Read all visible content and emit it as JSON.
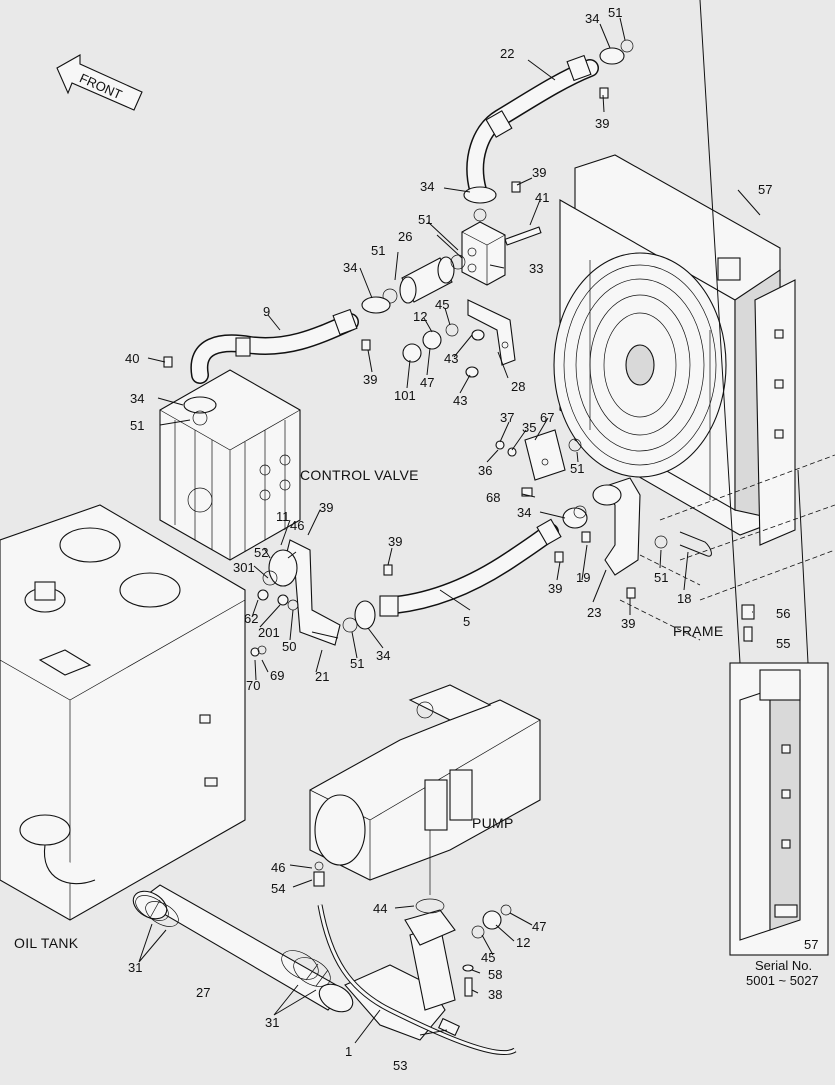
{
  "front_label": "FRONT",
  "section_labels": {
    "control_valve": "CONTROL VALVE",
    "frame": "FRAME",
    "pump": "PUMP",
    "oil_tank": "OIL TANK"
  },
  "inset": {
    "part_number": "57",
    "serial_line1": "Serial No.",
    "serial_line2": "5001 ~ 5027"
  },
  "callouts": [
    {
      "id": "c34a",
      "text": "34"
    },
    {
      "id": "c51a",
      "text": "51"
    },
    {
      "id": "c22",
      "text": "22"
    },
    {
      "id": "c39a",
      "text": "39"
    },
    {
      "id": "c39b",
      "text": "39"
    },
    {
      "id": "c34b",
      "text": "34"
    },
    {
      "id": "c41",
      "text": "41"
    },
    {
      "id": "c51b",
      "text": "51"
    },
    {
      "id": "c26",
      "text": "26"
    },
    {
      "id": "c33",
      "text": "33"
    },
    {
      "id": "c51c",
      "text": "51"
    },
    {
      "id": "c34c",
      "text": "34"
    },
    {
      "id": "c57",
      "text": "57"
    },
    {
      "id": "c9",
      "text": "9"
    },
    {
      "id": "c45a",
      "text": "45"
    },
    {
      "id": "c12a",
      "text": "12"
    },
    {
      "id": "c40",
      "text": "40"
    },
    {
      "id": "c39c",
      "text": "39"
    },
    {
      "id": "c101",
      "text": "101"
    },
    {
      "id": "c47a",
      "text": "47"
    },
    {
      "id": "c43a",
      "text": "43"
    },
    {
      "id": "c28",
      "text": "28"
    },
    {
      "id": "c43b",
      "text": "43"
    },
    {
      "id": "c34d",
      "text": "34"
    },
    {
      "id": "c51d",
      "text": "51"
    },
    {
      "id": "c37",
      "text": "37"
    },
    {
      "id": "c67",
      "text": "67"
    },
    {
      "id": "c35",
      "text": "35"
    },
    {
      "id": "c36",
      "text": "36"
    },
    {
      "id": "c51e",
      "text": "51"
    },
    {
      "id": "c68",
      "text": "68"
    },
    {
      "id": "c34e",
      "text": "34"
    },
    {
      "id": "c39d",
      "text": "39"
    },
    {
      "id": "c11",
      "text": "11"
    },
    {
      "id": "c46a",
      "text": "46"
    },
    {
      "id": "c52",
      "text": "52"
    },
    {
      "id": "c301",
      "text": "301"
    },
    {
      "id": "c39e",
      "text": "39"
    },
    {
      "id": "c19",
      "text": "19"
    },
    {
      "id": "c51f",
      "text": "51"
    },
    {
      "id": "c39f",
      "text": "39"
    },
    {
      "id": "c18",
      "text": "18"
    },
    {
      "id": "c23",
      "text": "23"
    },
    {
      "id": "c62",
      "text": "62"
    },
    {
      "id": "c201",
      "text": "201"
    },
    {
      "id": "c50",
      "text": "50"
    },
    {
      "id": "c5",
      "text": "5"
    },
    {
      "id": "c39g",
      "text": "39"
    },
    {
      "id": "c56",
      "text": "56"
    },
    {
      "id": "c55",
      "text": "55"
    },
    {
      "id": "c51g",
      "text": "51"
    },
    {
      "id": "c34f",
      "text": "34"
    },
    {
      "id": "c21",
      "text": "21"
    },
    {
      "id": "c70",
      "text": "70"
    },
    {
      "id": "c69",
      "text": "69"
    },
    {
      "id": "c46b",
      "text": "46"
    },
    {
      "id": "c54",
      "text": "54"
    },
    {
      "id": "c44",
      "text": "44"
    },
    {
      "id": "c47b",
      "text": "47"
    },
    {
      "id": "c12b",
      "text": "12"
    },
    {
      "id": "c45b",
      "text": "45"
    },
    {
      "id": "c58",
      "text": "58"
    },
    {
      "id": "c38",
      "text": "38"
    },
    {
      "id": "c31a",
      "text": "31"
    },
    {
      "id": "c27",
      "text": "27"
    },
    {
      "id": "c31b",
      "text": "31"
    },
    {
      "id": "c1",
      "text": "1"
    },
    {
      "id": "c53",
      "text": "53"
    }
  ]
}
